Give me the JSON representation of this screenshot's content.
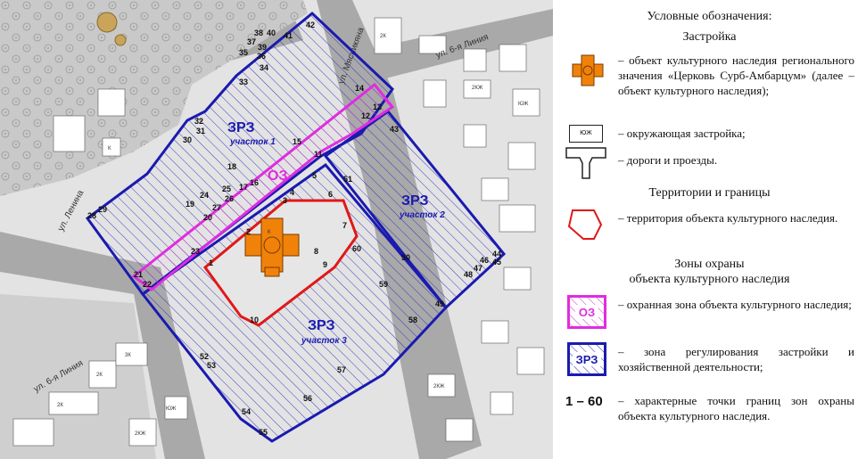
{
  "map": {
    "roads": {
      "lenina": "ул. Ленина",
      "line6": "ул. 6-я Линия",
      "mesnikyana": "ул. Мясникяна",
      "line6top": "ул. 6-я Линия"
    },
    "building_code": "ЮЖ",
    "building_code_k": "К",
    "building_code_2k": "2К",
    "building_code_3k": "3К",
    "building_code_2kzh": "2КЖ",
    "zones": {
      "zrz1": {
        "label": "ЗРЗ",
        "sub": "участок 1"
      },
      "zrz2": {
        "label": "ЗРЗ",
        "sub": "участок 2"
      },
      "zrz3": {
        "label": "ЗРЗ",
        "sub": "участок 3"
      },
      "oz": {
        "label": "ОЗ"
      }
    },
    "colors": {
      "zrz": "#1a1ab0",
      "oz": "#e02ce0",
      "territory": "#e01818",
      "object": "#f0820a",
      "road": "#a8a8a8",
      "block": "#d8d8d8"
    },
    "points": [
      "1",
      "2",
      "3",
      "4",
      "5",
      "6",
      "7",
      "8",
      "9",
      "10",
      "11",
      "12",
      "13",
      "14",
      "15",
      "16",
      "17",
      "18",
      "19",
      "20",
      "21",
      "22",
      "23",
      "24",
      "25",
      "26",
      "27",
      "28",
      "29",
      "30",
      "31",
      "32",
      "33",
      "34",
      "35",
      "36",
      "37",
      "38",
      "39",
      "40",
      "41",
      "42",
      "43",
      "44",
      "45",
      "46",
      "47",
      "48",
      "49",
      "50",
      "51",
      "52",
      "53",
      "54",
      "55",
      "56",
      "57",
      "58",
      "59",
      "60"
    ]
  },
  "legend": {
    "title": "Условные обозначения:",
    "section_buildings": "Застройка",
    "object_text": "– объект культурного наследия регионального значения «Церковь Сурб-Амбарцум» (далее – объект культурного наследия);",
    "surround_text": "– окружающая застройка;",
    "surround_code": "ЮЖ",
    "roads_text": "– дороги и проезды.",
    "section_territories": "Территории и границы",
    "territory_text": "– территория объекта культурного наследия.",
    "section_zones_1": "Зоны охраны",
    "section_zones_2": "объекта культурного наследия",
    "oz_label": "ОЗ",
    "oz_text": "– охранная зона объекта культурного наследия;",
    "zrz_label": "ЗРЗ",
    "zrz_text": "– зона регулирования застройки и хозяйственной деятельности;",
    "range_label": "1 – 60",
    "range_text": "– характерные точки границ зон охраны объекта культурного наследия."
  }
}
